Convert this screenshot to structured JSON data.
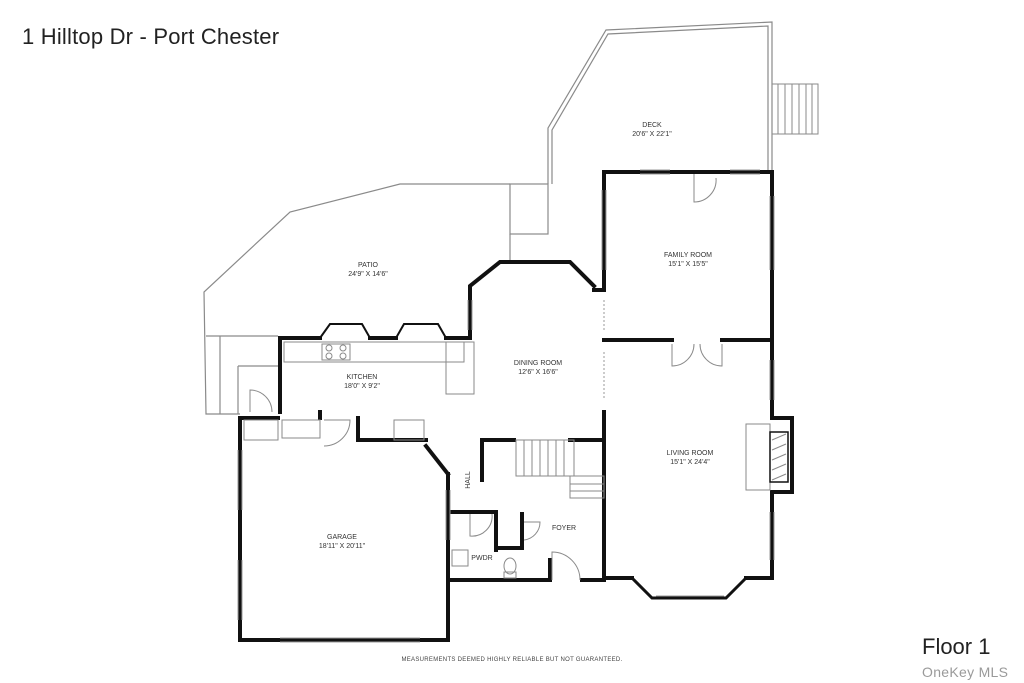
{
  "title": "1 Hilltop Dr - Port Chester",
  "floor": "Floor 1",
  "watermark": "OneKey MLS",
  "disclaimer": "MEASUREMENTS DEEMED HIGHLY RELIABLE BUT NOT GUARANTEED.",
  "rooms": {
    "deck": {
      "name": "DECK",
      "dims": "20'6\" X 22'1\""
    },
    "patio": {
      "name": "PATIO",
      "dims": "24'9\" X 14'6\""
    },
    "family_room": {
      "name": "FAMILY ROOM",
      "dims": "15'1\" X 15'5\""
    },
    "kitchen": {
      "name": "KITCHEN",
      "dims": "18'0\" X 9'2\""
    },
    "dining_room": {
      "name": "DINING ROOM",
      "dims": "12'6\" X 16'6\""
    },
    "living_room": {
      "name": "LIVING ROOM",
      "dims": "15'1\" X 24'4\""
    },
    "garage": {
      "name": "GARAGE",
      "dims": "18'11\" X 20'11\""
    },
    "hall": {
      "name": "HALL"
    },
    "foyer": {
      "name": "FOYER"
    },
    "pwdr": {
      "name": "PWDR"
    }
  },
  "colors": {
    "wall": "#111111",
    "outline": "#8a8a8a",
    "window": "#9a9a9a"
  }
}
